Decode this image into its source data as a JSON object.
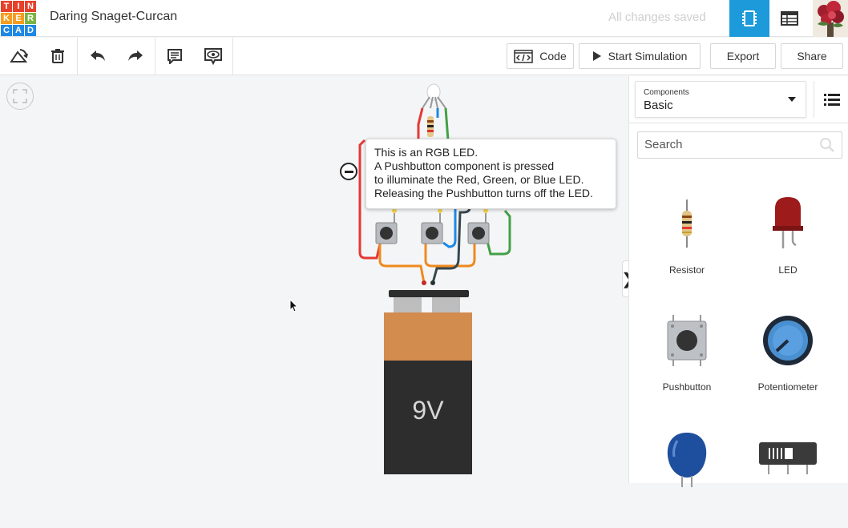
{
  "app": {
    "logo_letters": [
      "T",
      "I",
      "N",
      "K",
      "E",
      "R",
      "C",
      "A",
      "D"
    ],
    "logo_colors": [
      "#e5412b",
      "#e5412b",
      "#e5412b",
      "#f69c1f",
      "#f69c1f",
      "#7cb342",
      "#1e88e5",
      "#1e88e5",
      "#1e88e5"
    ],
    "project_title": "Daring Snaget-Curcan",
    "save_status": "All changes saved"
  },
  "toolbar": {
    "code_label": "Code",
    "simulate_label": "Start Simulation",
    "export_label": "Export",
    "share_label": "Share"
  },
  "canvas": {
    "note_lines": [
      "This is an RGB LED.",
      "A Pushbutton component is pressed",
      "to illuminate the Red, Green, or Blue LED.",
      "Releasing the Pushbutton turns off the LED."
    ],
    "battery_label": "9V",
    "panel_toggle_glyph": "❯"
  },
  "panel": {
    "components_label": "Components",
    "components_value": "Basic",
    "search_placeholder": "Search",
    "items": [
      {
        "name": "Resistor",
        "icon": "resistor-icon"
      },
      {
        "name": "LED",
        "icon": "led-icon"
      },
      {
        "name": "Pushbutton",
        "icon": "pushbutton-icon"
      },
      {
        "name": "Potentiometer",
        "icon": "potentiometer-icon"
      },
      {
        "name": "",
        "icon": "capacitor-icon"
      },
      {
        "name": "",
        "icon": "slideswitch-icon"
      }
    ]
  },
  "colors": {
    "accent": "#1c9ad9",
    "wire_red": "#e53935",
    "wire_green": "#43a047",
    "wire_blue": "#1e88e5",
    "wire_orange": "#ef8a1f",
    "battery_top": "#d28c4e",
    "battery_body": "#2d2d2d"
  }
}
